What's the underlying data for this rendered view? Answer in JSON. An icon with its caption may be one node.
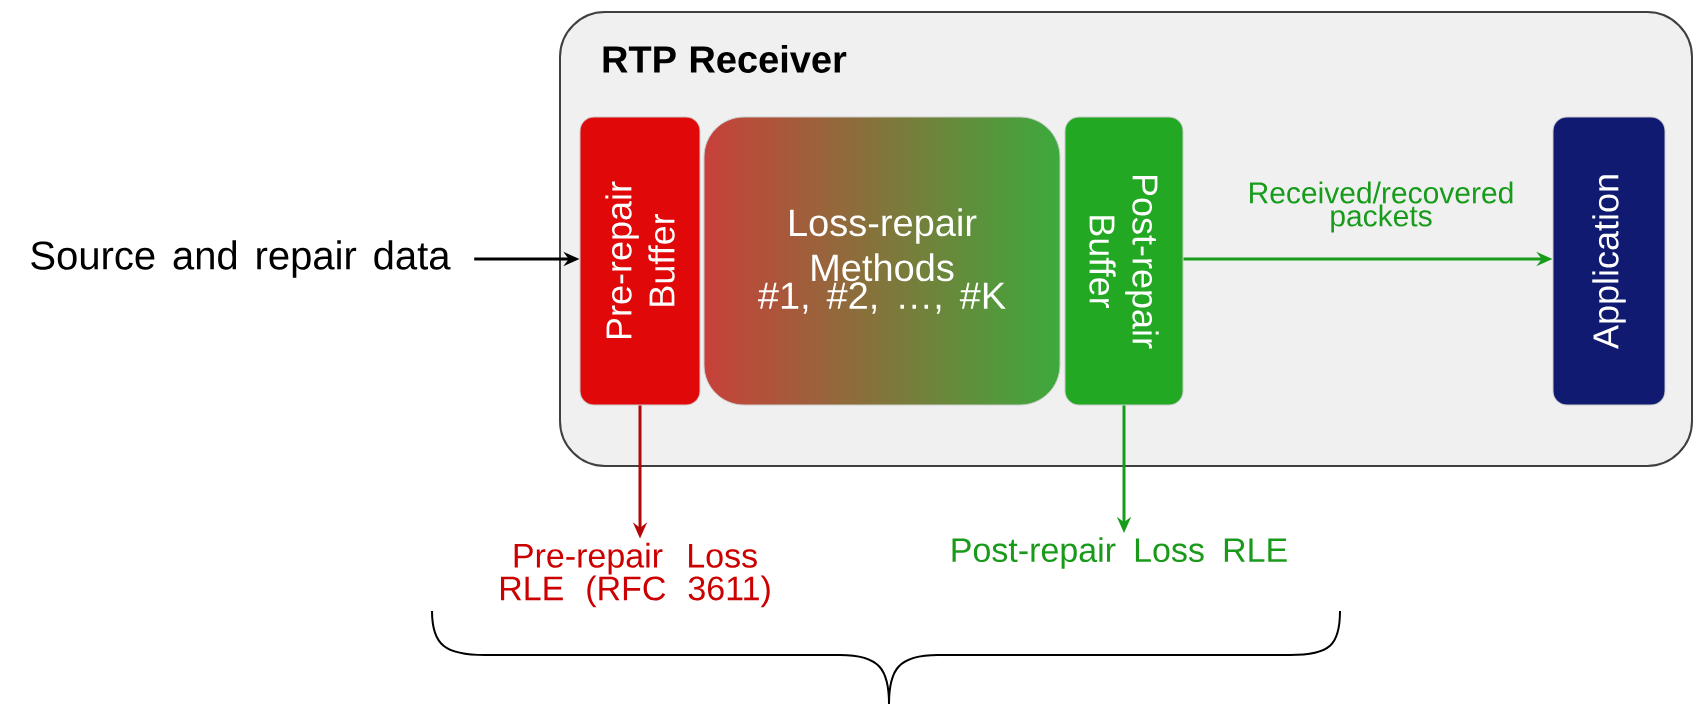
{
  "diagram": {
    "nodes": [
      {
        "text": [
          "RTP Receiver"
        ]
      },
      {
        "text": [
          "Source and repair data"
        ]
      },
      {
        "text": [
          "Pre-repair Buffer"
        ],
        "in": 0
      },
      {
        "text": [
          "Loss-repair Methods",
          "#1, #2, …, #K"
        ],
        "in": 0
      },
      {
        "text": [
          "Post-repair Buffer"
        ],
        "in": 0
      },
      {
        "text": [
          "Application"
        ],
        "in": 0
      },
      {
        "text": [
          "Pre-repair Loss RLE (RFC 3611)"
        ]
      },
      {
        "text": [
          "Post-repair Loss RLE"
        ]
      }
    ],
    "edges": [
      {
        "from": 1,
        "to": 2,
        "arrow": "to",
        "color": "#000000"
      },
      {
        "from": 4,
        "to": 5,
        "arrow": "to",
        "label": "Received/recovered packets",
        "color": "#1a9a1a"
      },
      {
        "from": 2,
        "to": 6,
        "arrow": "to",
        "color": "#cc0000"
      },
      {
        "from": 4,
        "to": 7,
        "arrow": "to",
        "color": "#1a9a1a"
      }
    ]
  }
}
